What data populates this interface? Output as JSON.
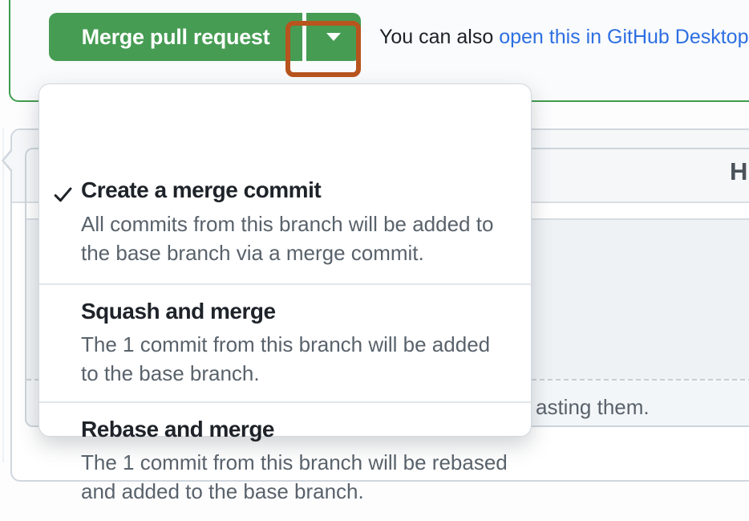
{
  "merge_box": {
    "merge_button_label": "Merge pull request",
    "aside_prefix": "You can also ",
    "aside_link_label": "open this in GitHub Desktop"
  },
  "dropdown": {
    "items": [
      {
        "title": "Create a merge commit",
        "description": "All commits from this branch will be added to the base branch via a merge commit.",
        "selected": true
      },
      {
        "title": "Squash and merge",
        "description": "The 1 commit from this branch will be added to the base branch.",
        "selected": false
      },
      {
        "title": "Rebase and merge",
        "description": "The 1 commit from this branch will be rebased and added to the base branch.",
        "selected": false
      }
    ]
  },
  "comment_form": {
    "toolbar_heading_icon": "H",
    "attach_hint_fragment": "asting them."
  },
  "colors": {
    "button_green": "#469c53",
    "box_border_green": "#3f9d4f",
    "link_blue": "#2d6fe2",
    "annotation_orange": "#b8541e",
    "menu_title_text": "#1e2329",
    "menu_desc_text": "#59626b"
  }
}
